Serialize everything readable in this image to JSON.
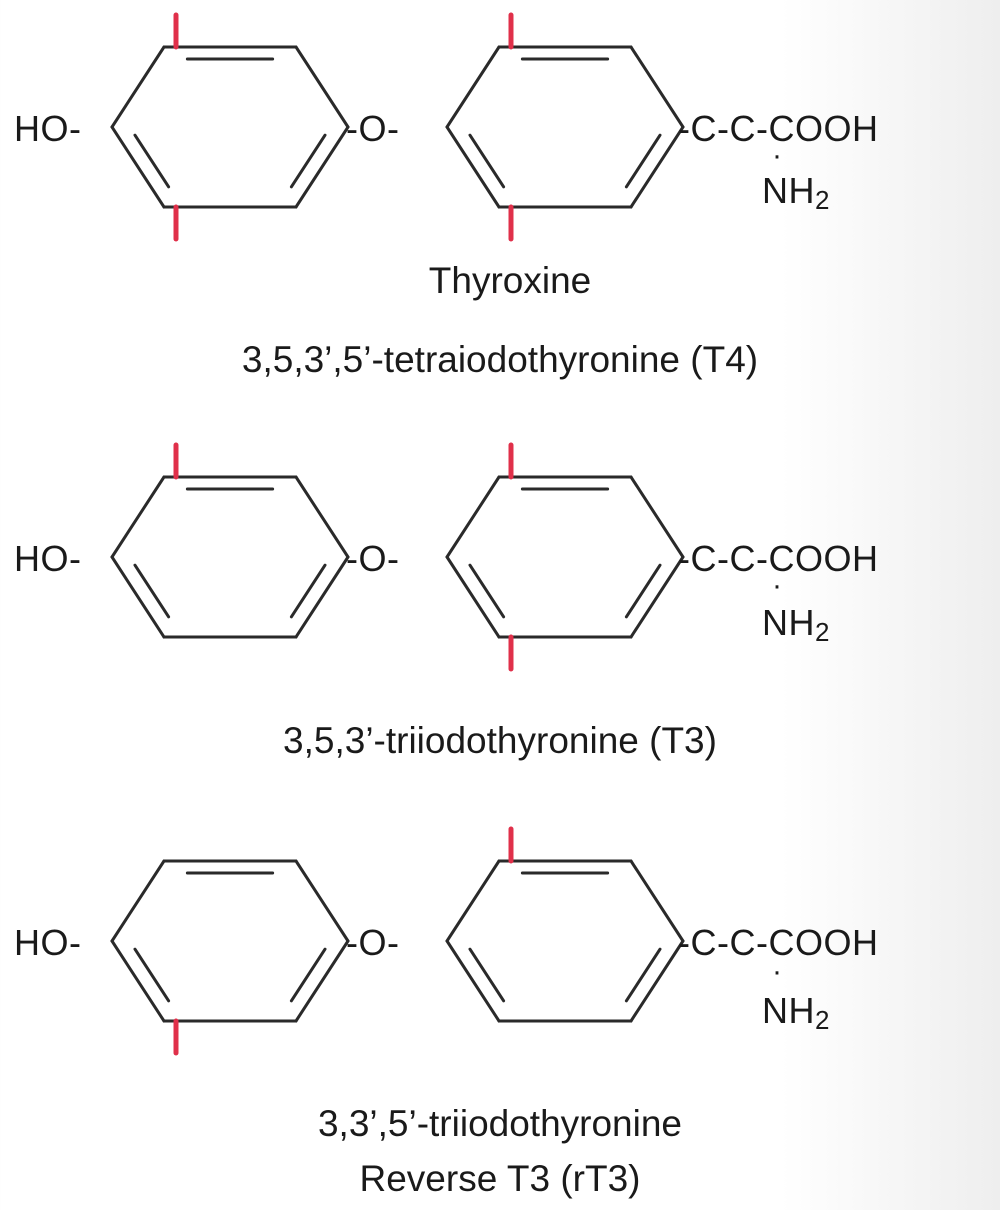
{
  "colors": {
    "bond": "#2a2a2a",
    "iodine": "#e0304a",
    "text": "#1a1a1a"
  },
  "groups": {
    "hydroxyl": "HO-",
    "ether": "-O-",
    "side_chain": "-C-C-COOH",
    "amine": "NH",
    "amine_sub": "2"
  },
  "structures": [
    {
      "caption_lines": [
        "Thyroxine",
        "3,5,3’,5’-tetraiodothyronine (T4)"
      ],
      "iodine_sites": [
        "A_top",
        "A_bottom",
        "B_top",
        "B_bottom"
      ]
    },
    {
      "caption_lines": [
        "3,5,3’-triiodothyronine (T3)"
      ],
      "iodine_sites": [
        "A_top",
        "B_top",
        "B_bottom"
      ]
    },
    {
      "caption_lines": [
        "3,3’,5’-triiodothyronine",
        "Reverse T3 (rT3)"
      ],
      "iodine_sites": [
        "A_bottom",
        "B_top"
      ]
    }
  ]
}
